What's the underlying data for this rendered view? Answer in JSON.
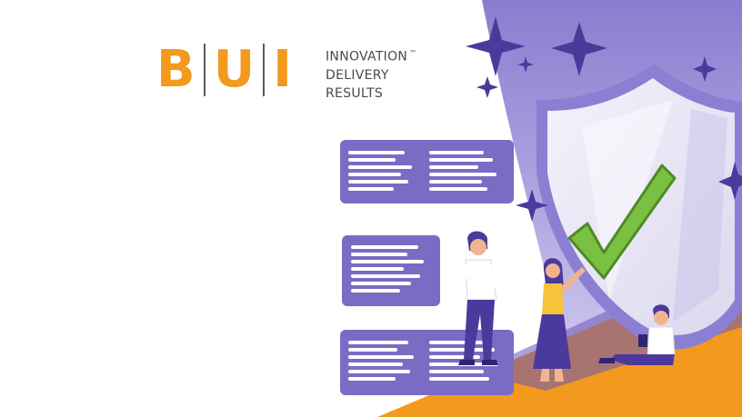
{
  "logo": {
    "letters": [
      "B",
      "U",
      "I"
    ],
    "lines": [
      "INNOVATION",
      "DELIVERY",
      "RESULTS"
    ],
    "trademark": "™"
  },
  "colors": {
    "brand_orange": "#f39a1e",
    "purple": "#7a6bc4",
    "dark_purple": "#4b3a9c",
    "lavender": "#b9aee6",
    "check_green": "#7ac143"
  },
  "icons": [
    "sparkle-icon",
    "shield-icon",
    "checkmark-icon",
    "text-card-icon"
  ]
}
